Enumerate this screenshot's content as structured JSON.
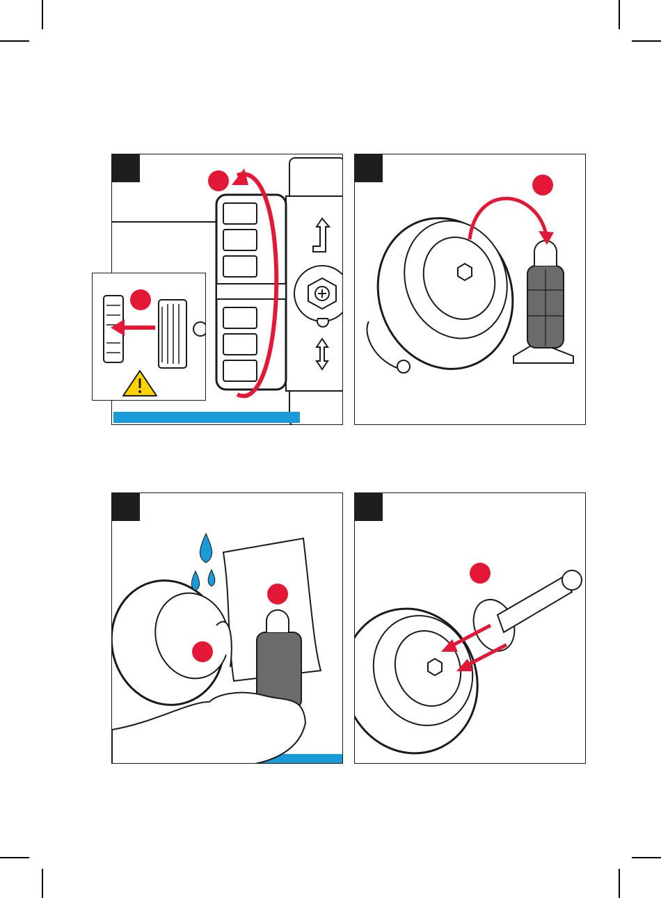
{
  "page": {
    "panels": [
      {
        "id": "step-1"
      },
      {
        "id": "step-2"
      },
      {
        "id": "step-3"
      },
      {
        "id": "step-4"
      }
    ]
  },
  "colors": {
    "accent_red": "#e31837",
    "water_blue": "#1a9ad6",
    "warning_yellow": "#ffd200",
    "filter_gray": "#6b6b6b",
    "tag_dark": "#1e1e1e"
  },
  "icons": {
    "panel1": [
      "rotate-arrow-icon",
      "pull-arrow-icon",
      "warning-icon",
      "step-badge-icon"
    ],
    "panel2": [
      "lift-arrow-icon",
      "step-badge-icon"
    ],
    "panel3": [
      "water-drops-icon",
      "step-badge-icon"
    ],
    "panel4": [
      "insert-arrows-icon",
      "step-badge-icon"
    ]
  }
}
